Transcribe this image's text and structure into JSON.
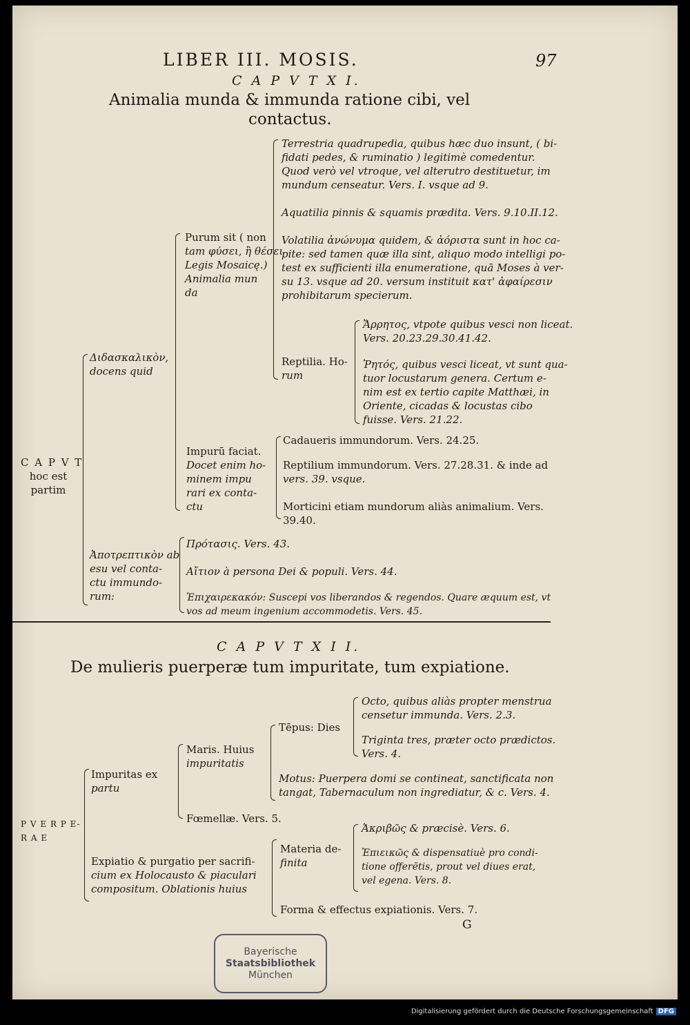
{
  "header": {
    "running_title": "LIBER III. MOSIS.",
    "page_number": "97"
  },
  "cap11": {
    "caput": "C A P V T  X I.",
    "title_1": "Animalia munda & immunda ratione cibi, vel",
    "title_2": "contactus.",
    "root": [
      "C A P V T",
      "hoc est",
      "partim"
    ],
    "didask": [
      "Διδασκαλικὸν,",
      "docens quid"
    ],
    "purum": [
      "Purum sit ( non",
      "tam φύσει, ἢ θέσει",
      "Legis Mosaicę.)",
      "Animalia mun",
      "da"
    ],
    "impurum": [
      "Impurū faciat.",
      "Docet enim ho-",
      "minem impu",
      "rari ex conta-",
      "ctu"
    ],
    "terrestria": [
      "Terrestria quadrupedia, quibus hæc duo insunt, ( bi-",
      "fidati pedes, & ruminatio ) legitimè comedentur.",
      "Quod verò vel vtroque, vel alterutro destituetur, im",
      "mundum censeatur. Vers. I. vsque ad 9."
    ],
    "aquatilia": "Aquatilia pinnis & squamis prædita. Vers. 9.10.II.12.",
    "volatilia": [
      "Volatilia ἀνώνυμα quidem, & ἀόριστα sunt in hoc ca-",
      "pite: sed tamen quæ illa sint, aliquo modo intelligi po-",
      "test ex sufficienti illa enumeratione, quā Moses à ver-",
      "su 13. vsque ad 20. versum instituit κατ' ἀφαίρεσιν",
      "prohibitarum specierum."
    ],
    "reptilia": [
      "Reptilia. Ho-",
      "rum"
    ],
    "arrhetos": [
      "Ἄρρητος, vtpote quibus vesci non liceat.",
      "Vers. 20.23.29.30.41.42."
    ],
    "rhetos": [
      "Ῥητός, quibus vesci liceat, vt sunt qua-",
      "tuor locustarum genera. Certum e-",
      "nim est ex tertio capite Matthæi, in",
      "Oriente, cicadas & locustas cibo",
      "fuisse. Vers. 21.22."
    ],
    "cadaueris": "Cadaueris immundorum. Vers. 24.25.",
    "reptilium": [
      "Reptilium immundorum. Vers. 27.28.31. & inde ad",
      "vers. 39. vsque."
    ],
    "morticini": [
      "Morticini etiam mundorum aliàs animalium. Vers.",
      "39.40."
    ],
    "apotrept": [
      "Ἀποτρεπτικὸν ab",
      "esu vel conta-",
      "ctu immundo-",
      "rum:"
    ],
    "protasis": "Πρότασις. Vers. 43.",
    "aition": "Αἴτιον à persona Dei & populi. Vers. 44.",
    "epilogos": [
      "Ἐπιχαιρεκακόν: Suscepi vos liberandos & regendos. Quare æquum est, vt",
      "vos ad meum ingenium accommodetis. Vers. 45."
    ]
  },
  "cap12": {
    "caput": "C A P V T  X I I.",
    "title": "De mulieris puerperæ tum impuritate, tum expiatione.",
    "root": [
      "P V E R P E-",
      "R A E"
    ],
    "impuritas": [
      "Impuritas ex",
      "partu"
    ],
    "maris": [
      "Maris. Huius",
      "impuritatis"
    ],
    "tepus": "Tēpus: Dies",
    "octo": [
      "Octo, quibus aliàs propter menstrua",
      "censetur immunda. Vers. 2.3."
    ],
    "triginta": [
      "Triginta tres, præter octo prædictos.",
      "Vers. 4."
    ],
    "motus": [
      "Motus: Puerpera domi se contineat, sanctificata non",
      "tangat, Tabernaculum non ingrediatur, & c. Vers. 4."
    ],
    "foemellae": "Fœmellæ. Vers. 5.",
    "expiatio": [
      "Expiatio & purgatio per sacrifi-",
      "cium ex Holocausto & piaculari",
      "compositum. Oblationis huius"
    ],
    "materia": [
      "Materia de-",
      "finita"
    ],
    "akribos": "Ἀκριβῶς & præcisè. Vers. 6.",
    "epieikos": [
      "Ἐπιεικῶς & dispensatiuè pro condi-",
      "tione offerētis, prout vel diues erat,",
      "vel egena. Vers. 8."
    ],
    "forma": "Forma & effectus expiationis. Vers. 7.",
    "signature": "G"
  },
  "stamp": [
    "Bayerische",
    "Staatsbibliothek",
    "München"
  ],
  "footer": {
    "text": "Digitalisierung gefördert durch die Deutsche Forschungsgemeinschaft",
    "badge": "DFG"
  }
}
